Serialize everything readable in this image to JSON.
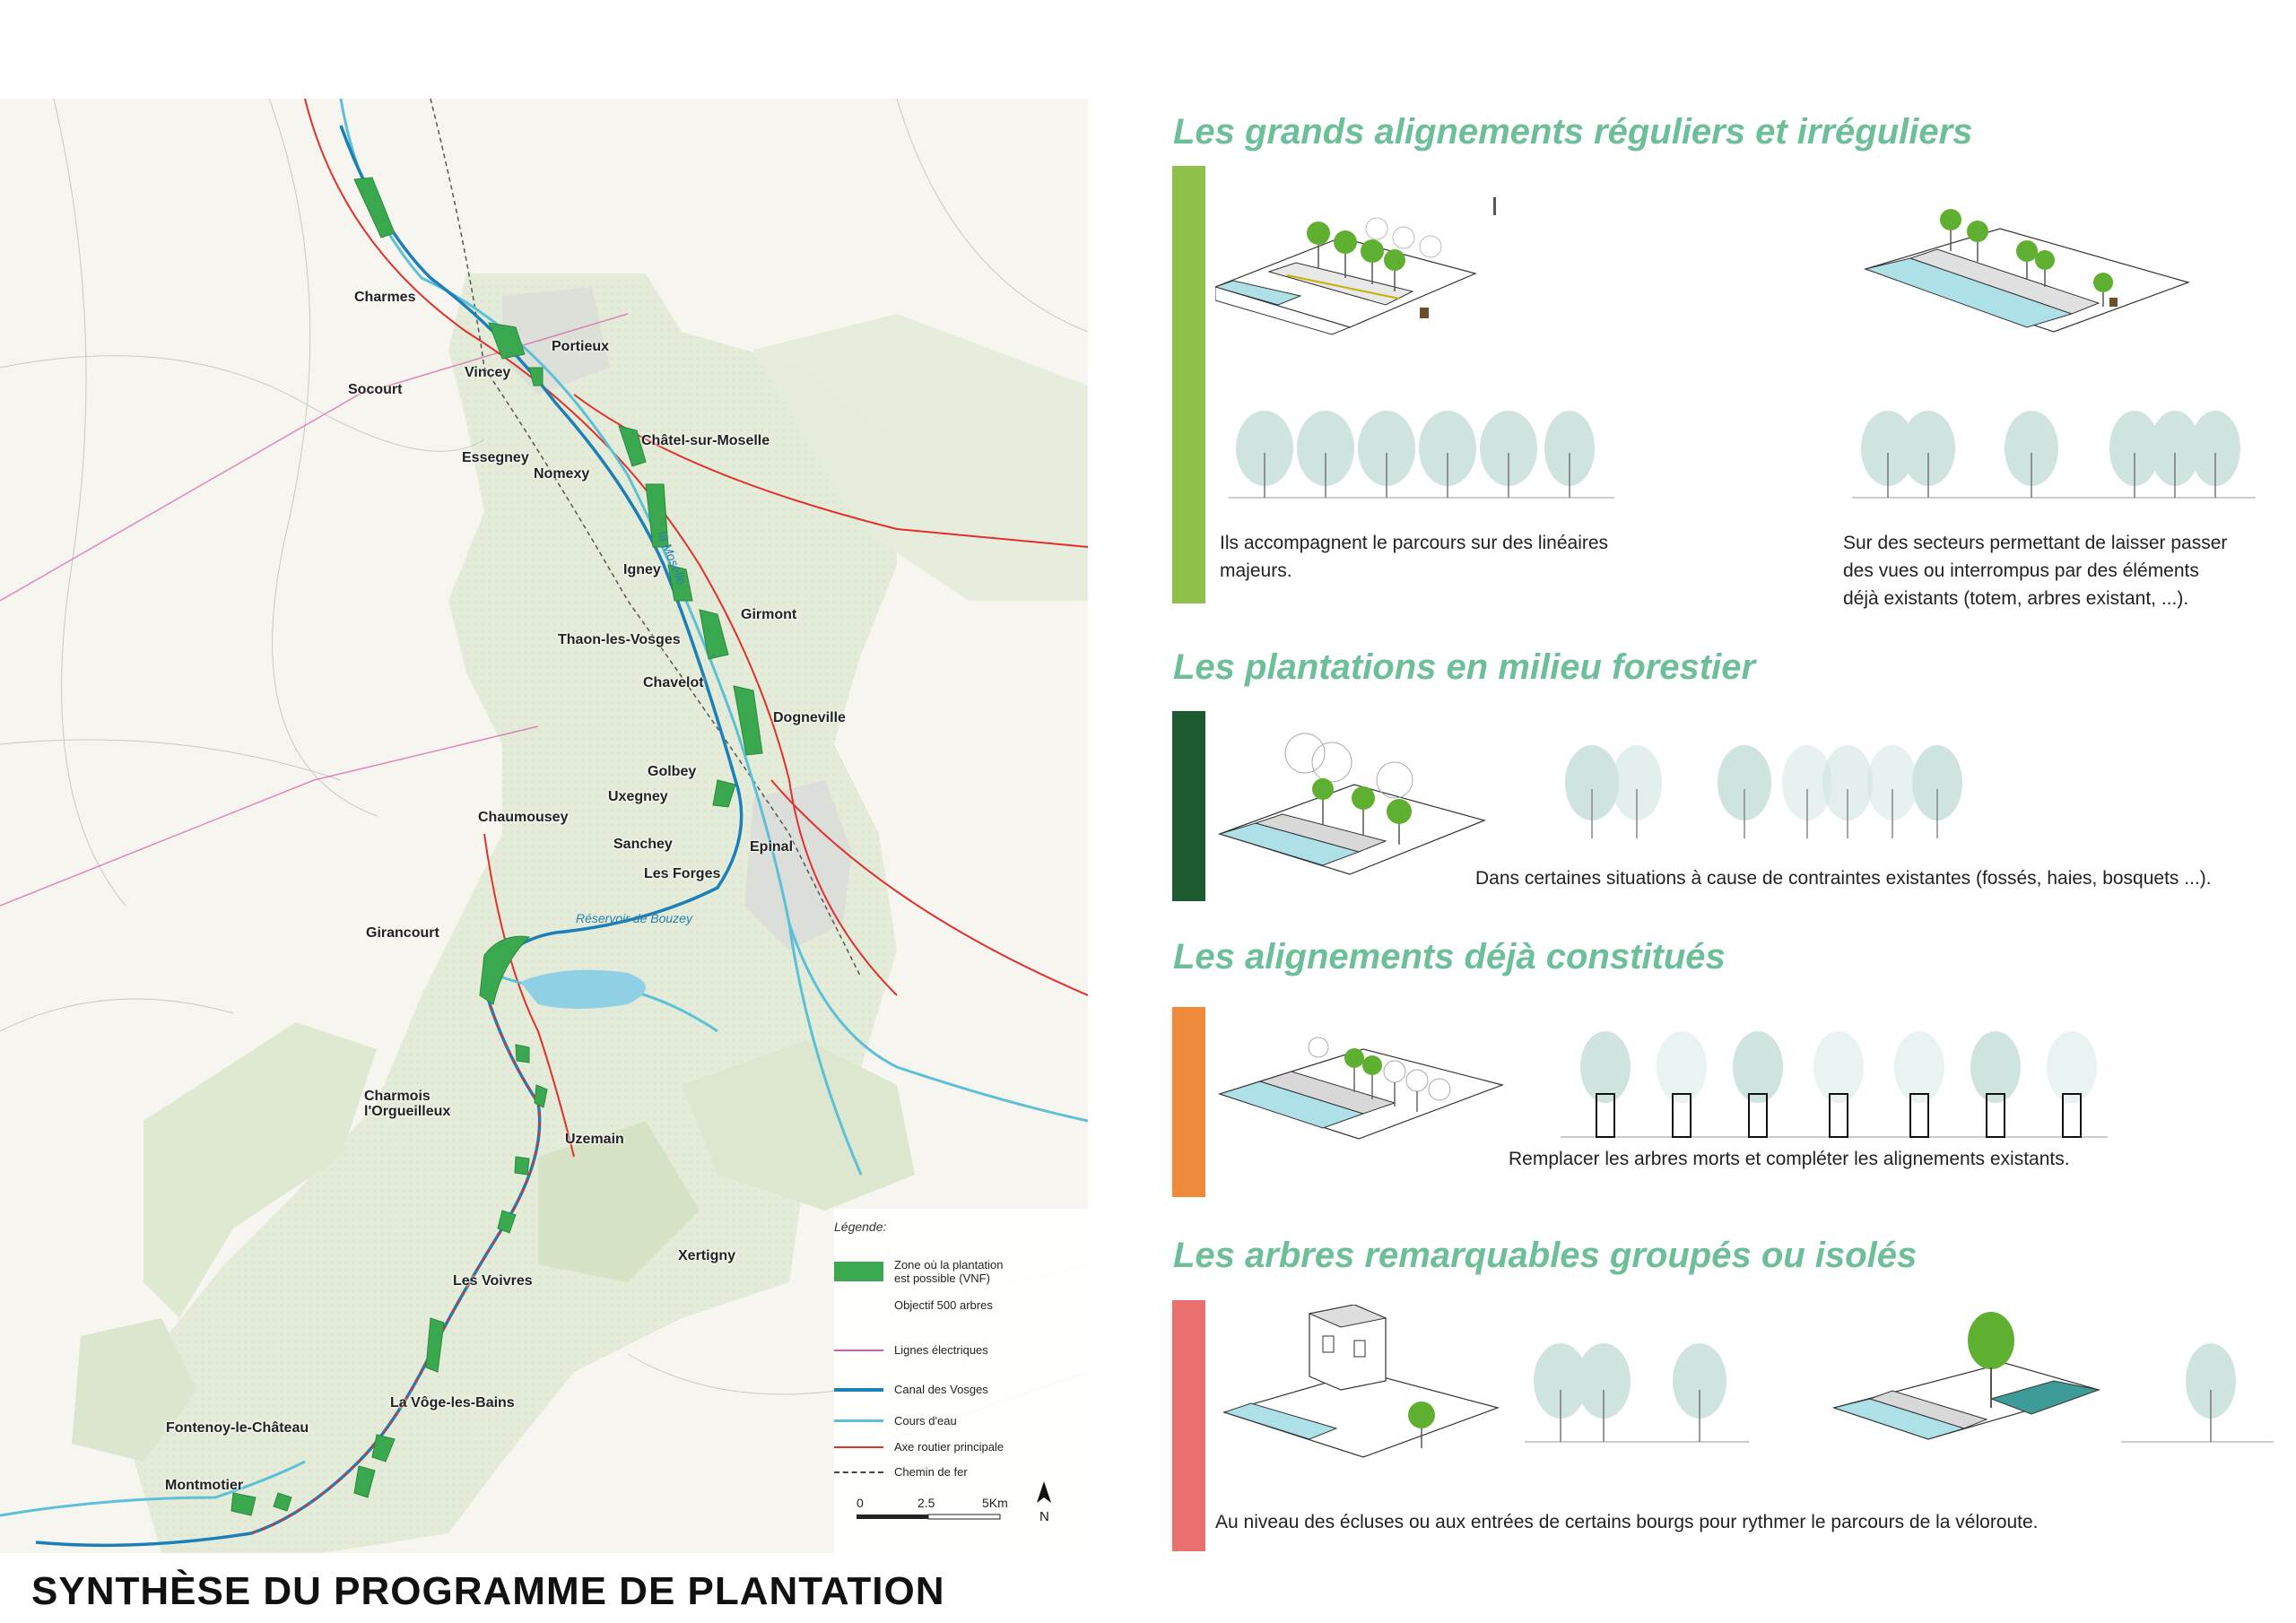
{
  "map": {
    "places": [
      {
        "id": "charmes",
        "label": "Charmes"
      },
      {
        "id": "portieux",
        "label": "Portieux"
      },
      {
        "id": "vincey",
        "label": "Vincey"
      },
      {
        "id": "socourt",
        "label": "Socourt"
      },
      {
        "id": "chatel",
        "label": "Châtel-sur-Moselle"
      },
      {
        "id": "essegney",
        "label": "Essegney"
      },
      {
        "id": "nomexy",
        "label": "Nomexy"
      },
      {
        "id": "igney",
        "label": "Igney"
      },
      {
        "id": "girmont",
        "label": "Girmont"
      },
      {
        "id": "thaon",
        "label": "Thaon-les-Vosges"
      },
      {
        "id": "chavelot",
        "label": "Chavelot"
      },
      {
        "id": "dogneville",
        "label": "Dogneville"
      },
      {
        "id": "golbey",
        "label": "Golbey"
      },
      {
        "id": "uxegney",
        "label": "Uxegney"
      },
      {
        "id": "chaumousey",
        "label": "Chaumousey"
      },
      {
        "id": "sanchey",
        "label": "Sanchey"
      },
      {
        "id": "epinal",
        "label": "Epinal"
      },
      {
        "id": "lesforges",
        "label": "Les Forges"
      },
      {
        "id": "girancourt",
        "label": "Girancourt"
      },
      {
        "id": "charmois1",
        "label": "Charmois"
      },
      {
        "id": "charmois2",
        "label": "l'Orgueilleux"
      },
      {
        "id": "uzemain",
        "label": "Uzemain"
      },
      {
        "id": "xertigny",
        "label": "Xertigny"
      },
      {
        "id": "voivres",
        "label": "Les Voivres"
      },
      {
        "id": "voge",
        "label": "La Vôge-les-Bains"
      },
      {
        "id": "fontenoy",
        "label": "Fontenoy-le-Château"
      },
      {
        "id": "montmotier",
        "label": "Montmotier"
      }
    ],
    "water_labels": {
      "moselle": "la Moselle",
      "bouzey": "Réservoir de Bouzey"
    },
    "legend": {
      "title": "Légende:",
      "zone": "Zone où la plantation",
      "zone2": "est possible (VNF)",
      "objective": "Objectif 500 arbres",
      "lines": "Lignes électriques",
      "canal": "Canal des Vosges",
      "water": "Cours d'eau",
      "road": "Axe routier principale",
      "rail": "Chemin de fer"
    },
    "scale": {
      "t0": "0",
      "t1": "2.5",
      "t2": "5Km"
    },
    "north": "N"
  },
  "title": "SYNTHÈSE DU PROGRAMME DE PLANTATION",
  "sections": {
    "s1": {
      "title": "Les grands alignements réguliers et irréguliers",
      "color": "#8fc04a",
      "caption_left_1": "Ils accompagnent le parcours sur des linéaires",
      "caption_left_2": "majeurs.",
      "caption_right_1": "Sur des secteurs permettant de laisser passer",
      "caption_right_2": "des vues ou interrompus par des éléments",
      "caption_right_3": "déjà existants (totem, arbres existant, ...).",
      "mark": "I"
    },
    "s2": {
      "title": "Les plantations en milieu forestier",
      "color": "#1e5a30",
      "caption": "Dans certaines situations à cause de contraintes existantes (fossés, haies, bosquets ...)."
    },
    "s3": {
      "title": "Les alignements déjà constitués",
      "color": "#ef8a3a",
      "caption": "Remplacer les arbres morts et compléter les alignements existants."
    },
    "s4": {
      "title": "Les arbres remarquables groupés ou isolés",
      "color": "#ea6f71",
      "caption": "Au niveau des écluses ou aux entrées de certains bourgs pour rythmer le parcours de la véloroute."
    }
  },
  "colors": {
    "zone_green": "#3aa84f",
    "canal_blue": "#1d7fb8",
    "water_blue": "#5bc0d8",
    "road_red": "#e0302c",
    "power_pink": "#d45aa8",
    "accent_title": "#6cbf98",
    "tree_pale": "#cfe4df",
    "tree_green": "#5fb030"
  }
}
